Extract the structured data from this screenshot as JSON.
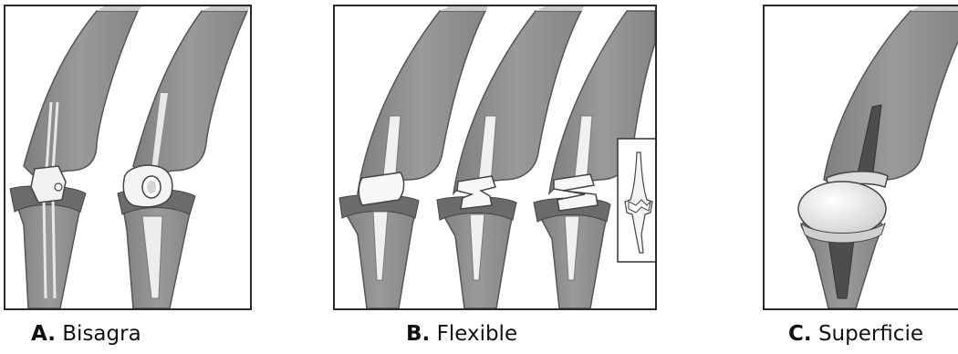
{
  "captions": [
    {
      "letter": "A.",
      "name": "Bisagra"
    },
    {
      "letter": "B.",
      "name": "Flexible"
    },
    {
      "letter": "C.",
      "name": "Superficie"
    }
  ]
}
